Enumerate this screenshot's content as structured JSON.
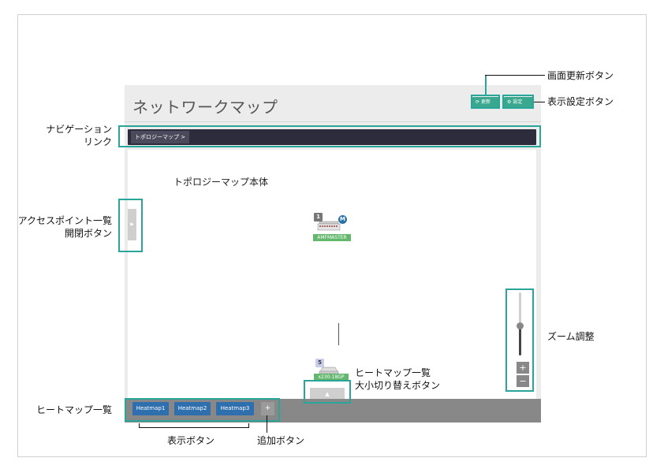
{
  "app": {
    "title": "ネットワークマップ",
    "refresh_label": "更新",
    "settings_label": "設定"
  },
  "navigation": {
    "breadcrumb": "トポロジーマップ >"
  },
  "canvas": {
    "label": "トポロジーマップ本体",
    "ap_toggle_glyph": "▶",
    "nodes": [
      {
        "badge": "1",
        "marker": "M",
        "label": "AMFMASTER"
      },
      {
        "badge": "5",
        "label": "x230-18GP"
      }
    ]
  },
  "zoom": {
    "plus": "+",
    "minus": "−",
    "level": 0.5
  },
  "heatmap": {
    "toggle_glyph": "▲",
    "buttons": [
      "Heatmap1",
      "Heatmap2",
      "Heatmap3"
    ],
    "add_label": "+"
  },
  "annotations": {
    "refresh": "画面更新ボタン",
    "settings": "表示設定ボタン",
    "nav_line1": "ナビゲーション",
    "nav_line2": "リンク",
    "map_body": "トポロジーマップ本体",
    "ap_line1": "アクセスポイント一覧",
    "ap_line2": "開閉ボタン",
    "zoom": "ズーム調整",
    "heat_toggle_line1": "ヒートマップ一覧",
    "heat_toggle_line2": "大小切り替えボタン",
    "heat_list": "ヒートマップ一覧",
    "show_buttons": "表示ボタン",
    "add_button": "追加ボタン"
  },
  "colors": {
    "accent": "#2aa59a",
    "button_green": "#3aa88f",
    "nav_bg": "#2d2c3d",
    "heat_button": "#2f6fad",
    "node_label": "#63b86e"
  }
}
